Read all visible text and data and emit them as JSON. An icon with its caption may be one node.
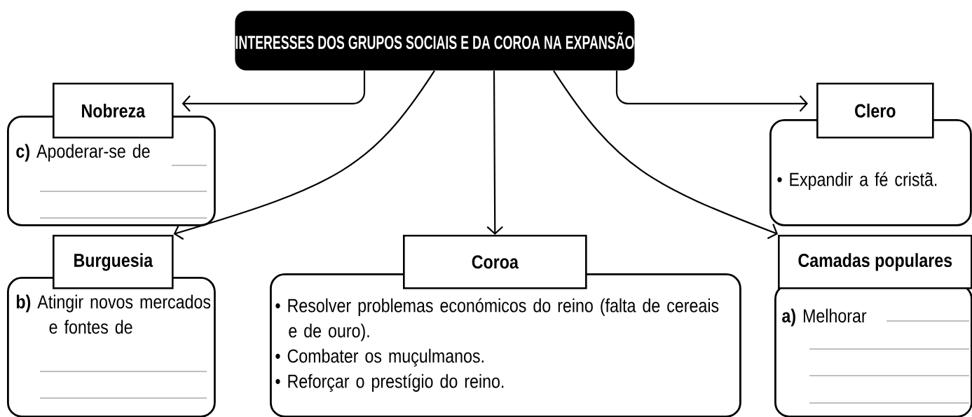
{
  "diagram": {
    "nodes": [
      {
        "text": [
          "INTERESSES DOS GRUPOS SOCIAIS E DA COROA NA EXPANSÃO"
        ]
      },
      {
        "text": [
          "Nobreza"
        ]
      },
      {
        "text": [
          "**c)** Apoderar-se de"
        ]
      },
      {
        "text": [
          "Clero"
        ]
      },
      {
        "text": [
          "• Expandir a fé cristã."
        ]
      },
      {
        "text": [
          "Burguesia"
        ]
      },
      {
        "text": [
          "**b)** Atingir novos mercados e fontes de"
        ]
      },
      {
        "text": [
          "Coroa"
        ]
      },
      {
        "text": [
          "• Resolver problemas económicos do reino (falta de cereais e de ouro).",
          "• Combater os muçulmanos.",
          "• Reforçar o prestígio do reino."
        ]
      },
      {
        "text": [
          "Camadas populares"
        ]
      },
      {
        "text": [
          "**a)** Melhorar"
        ]
      }
    ],
    "edges": [
      {
        "from": 0,
        "to": 1,
        "arrow": "to"
      },
      {
        "from": 0,
        "to": 5,
        "arrow": "to"
      },
      {
        "from": 0,
        "to": 7,
        "arrow": "to"
      },
      {
        "from": 0,
        "to": 9,
        "arrow": "to"
      },
      {
        "from": 0,
        "to": 3,
        "arrow": "to"
      }
    ]
  }
}
